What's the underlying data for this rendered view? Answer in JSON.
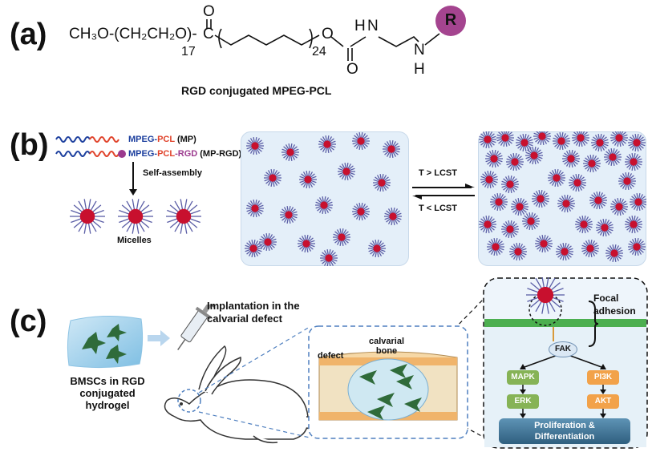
{
  "panels": {
    "a": "(a)",
    "b": "(b)",
    "c": "(c)"
  },
  "panel_a": {
    "formula_left": "CH₃O-(CH₂CH₂O)-",
    "subscript_17": "17",
    "carbonyl_c": "C",
    "carbonyl_o_top": "O",
    "ester_o": "O",
    "subscript_24": "24",
    "carbamate_o": "O",
    "nh_1": "H",
    "n_1": "N",
    "n_2": "N",
    "nh_2": "H",
    "r_group": "R",
    "caption": "RGD conjugated  MPEG-PCL"
  },
  "panel_b": {
    "legend_mp": [
      "MPEG",
      "-",
      "PCL",
      " (MP)"
    ],
    "legend_mprgd": [
      "MPEG",
      "-",
      "PCL",
      "-",
      "RGD",
      " (MP-RGD)"
    ],
    "self_assembly": "Self-assembly",
    "micelles": "Micelles",
    "forward": "T > LCST",
    "backward": "T < LCST"
  },
  "panel_c": {
    "implantation": "Implantation in the\ncalvarial defect",
    "bmsc_label": "BMSCs in RGD\nconjugated hydrogel",
    "defect": "defect",
    "calvarial_bone": "calvarial\nbone",
    "focal_adhesion": "Focal\nadhesion",
    "fak": "FAK",
    "mapk": "MAPK",
    "erk": "ERK",
    "pi3k": "PI3K",
    "akt": "AKT",
    "outcome": "Proliferation &\nDifferentiation"
  },
  "colors": {
    "micelle_core": "#c8102e",
    "micelle_shell": "#5b5ea6",
    "panel_bg": "#e4eff9",
    "r_circle": "#a4448f",
    "signal_green": "#86b356",
    "signal_orange": "#f2a24a",
    "outcome_box": "#3d6f8f",
    "membrane": "#2e7d32",
    "peg_blue": "#1c3f9e",
    "pcl_red": "#e0432b",
    "rgd_purple": "#9b3a8e"
  }
}
